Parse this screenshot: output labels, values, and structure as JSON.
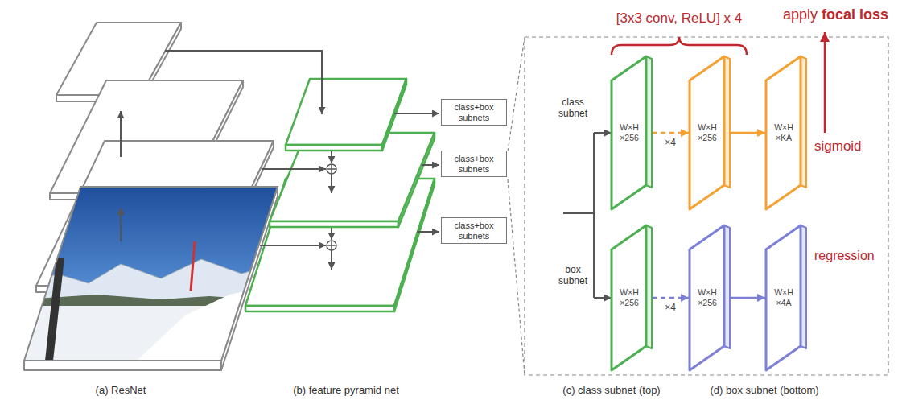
{
  "diagram": {
    "nodes": [
      {
        "text": [
          "class+box subnets"
        ]
      },
      {
        "text": [
          "class+box subnets"
        ]
      },
      {
        "text": [
          "class+box subnets"
        ]
      },
      {
        "text": [
          "W×H ×256"
        ]
      },
      {
        "text": [
          "W×H ×256"
        ]
      },
      {
        "text": [
          "W×H ×KA"
        ]
      },
      {
        "text": [
          "W×H ×256"
        ]
      },
      {
        "text": [
          "W×H ×256"
        ]
      },
      {
        "text": [
          "W×H ×4A"
        ]
      }
    ],
    "edges": [
      {
        "from": 3,
        "to": 4,
        "arrow": "to",
        "label": "×4"
      },
      {
        "from": 4,
        "to": 5,
        "arrow": "to"
      },
      {
        "from": 6,
        "to": 7,
        "arrow": "to",
        "label": "×4"
      },
      {
        "from": 7,
        "to": 8,
        "arrow": "to"
      }
    ],
    "labels": [
      "[3x3 conv, ReLU] x 4",
      "apply",
      "focal loss",
      "class subnet",
      "sigmoid",
      "box subnet",
      "regression",
      "(a) ResNet",
      "(b) feature pyramid net",
      "(c) class subnet (top)",
      "(d) box subnet (bottom)"
    ]
  }
}
